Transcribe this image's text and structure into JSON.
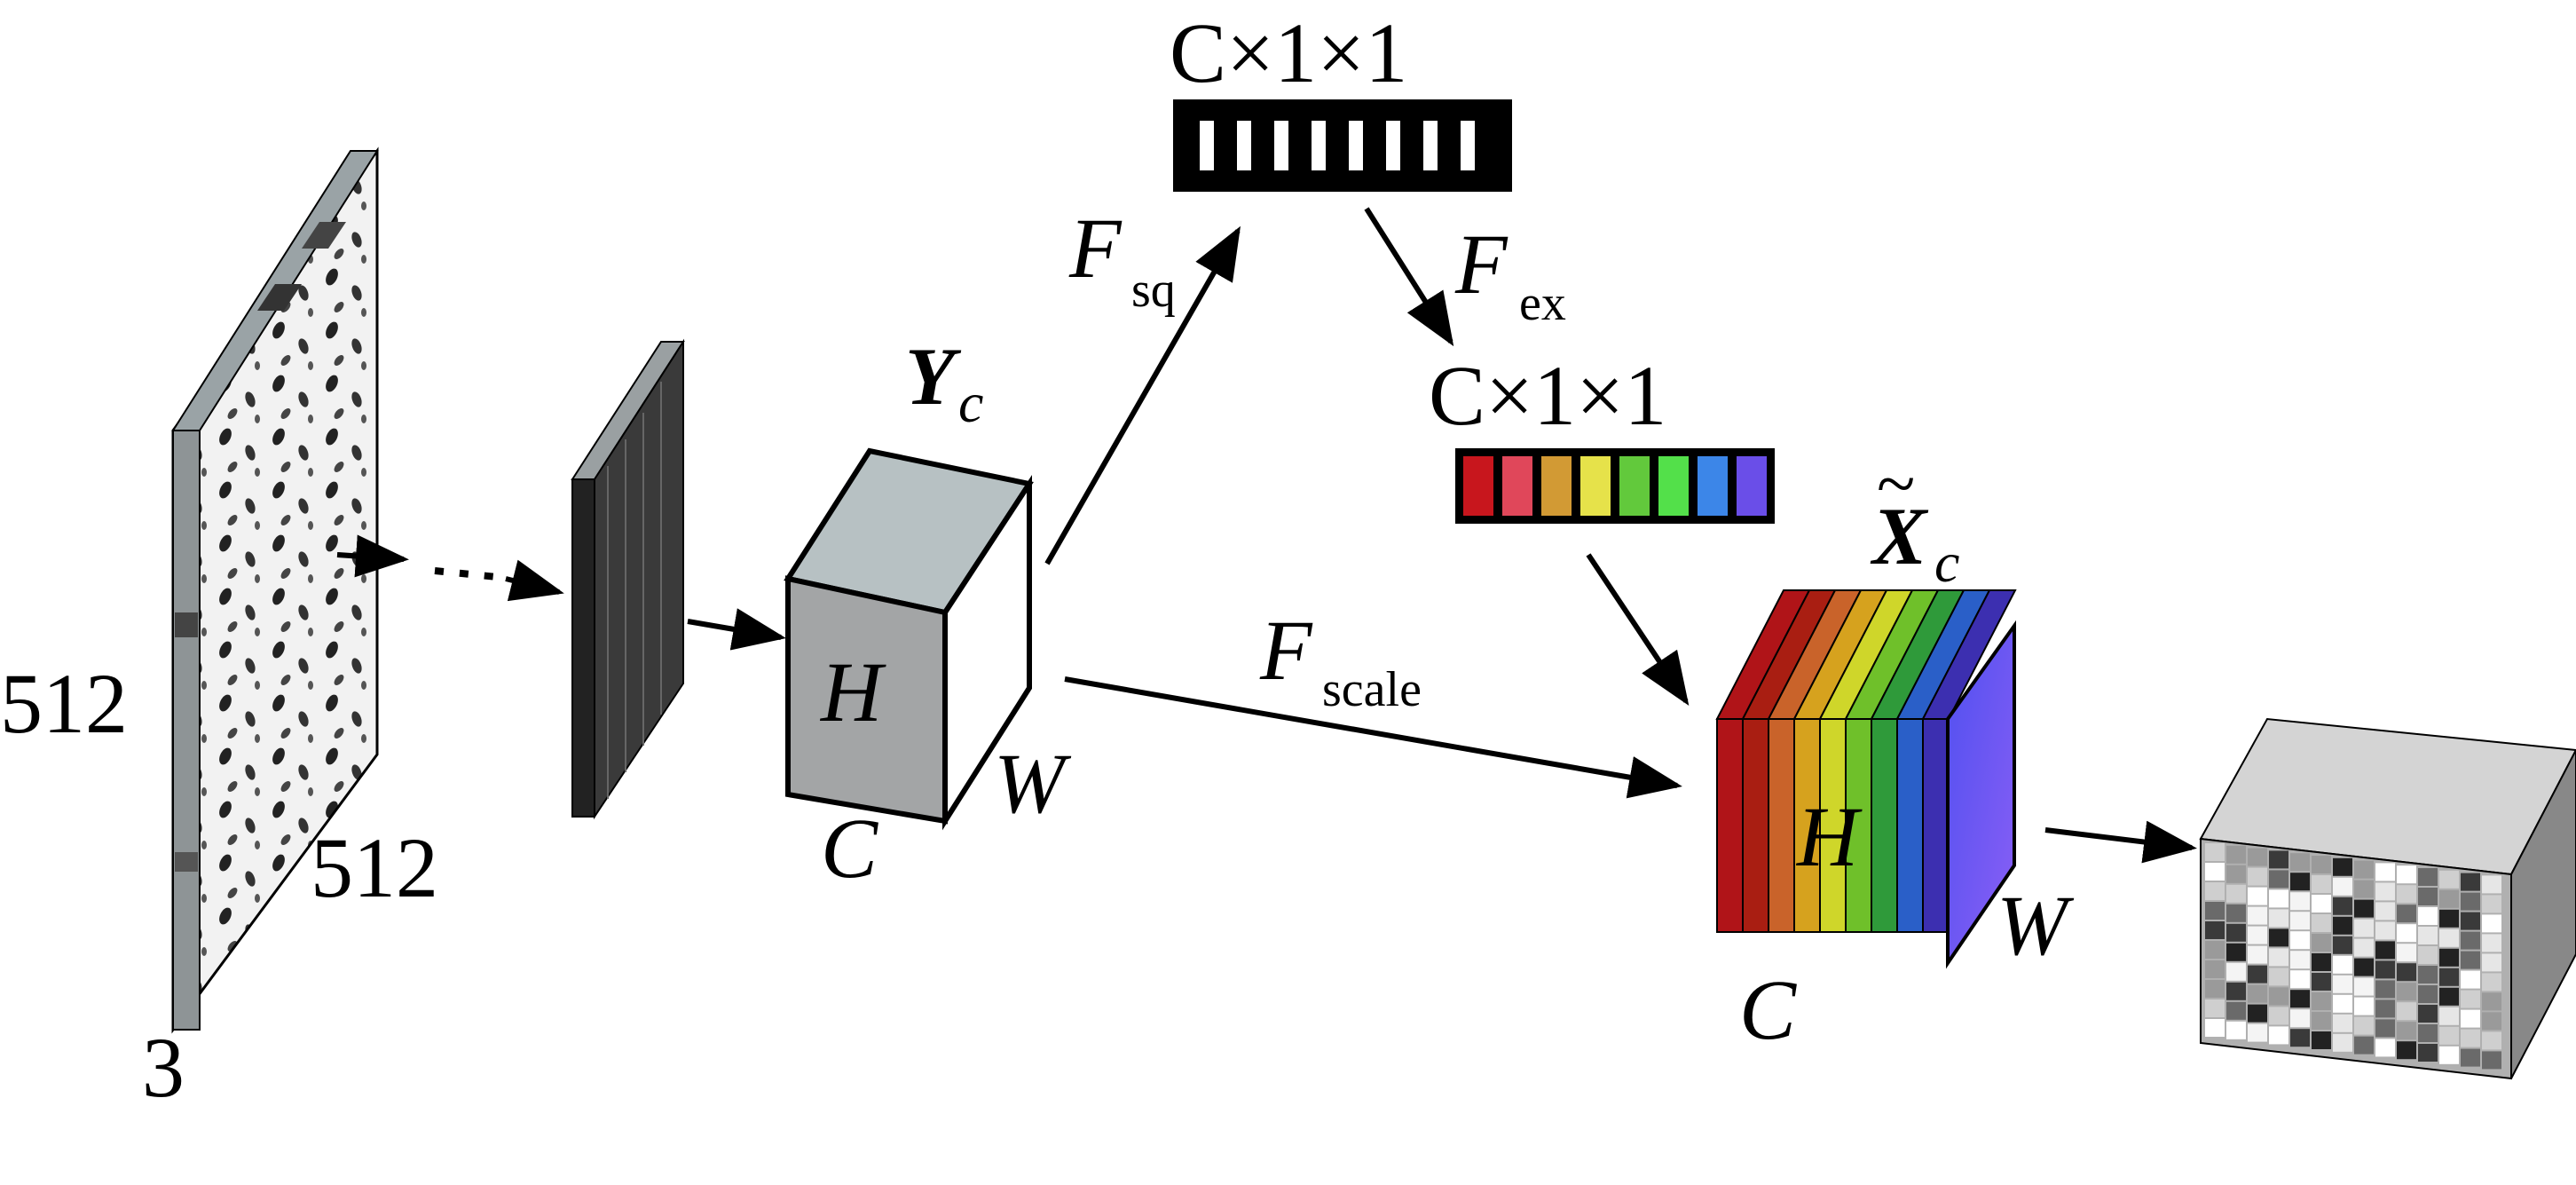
{
  "labels": {
    "input_height": "512",
    "input_width": "512",
    "input_channels": "3",
    "y_symbol": "Y",
    "y_sub": "c",
    "cube_h": "H",
    "cube_w": "W",
    "cube_c": "C",
    "sq_main": "F",
    "sq_sub": "sq",
    "ex_main": "F",
    "ex_sub": "ex",
    "scale_main": "F",
    "scale_sub": "scale",
    "squeeze_dim": "C×1×1",
    "excite_dim": "C×1×1",
    "x_symbol": "X",
    "x_tilde": "~",
    "x_sub": "c",
    "out_h": "H",
    "out_w": "W",
    "out_c": "C"
  },
  "colors": {
    "excite_bar": [
      "#c8161d",
      "#e0475a",
      "#d29a34",
      "#e6e24a",
      "#62c93c",
      "#53e04a",
      "#3c86e8",
      "#6a4ee8"
    ],
    "scaled_slices": [
      "#b01418",
      "#a91e12",
      "#c9632a",
      "#d6a21e",
      "#cfd62a",
      "#6fc02a",
      "#2f9a3a",
      "#2a5fc8",
      "#3c2fb0"
    ],
    "front_face": "#7b7ff5",
    "top_face": "#b7c1c3",
    "front_gray": "#a3a5a6"
  }
}
